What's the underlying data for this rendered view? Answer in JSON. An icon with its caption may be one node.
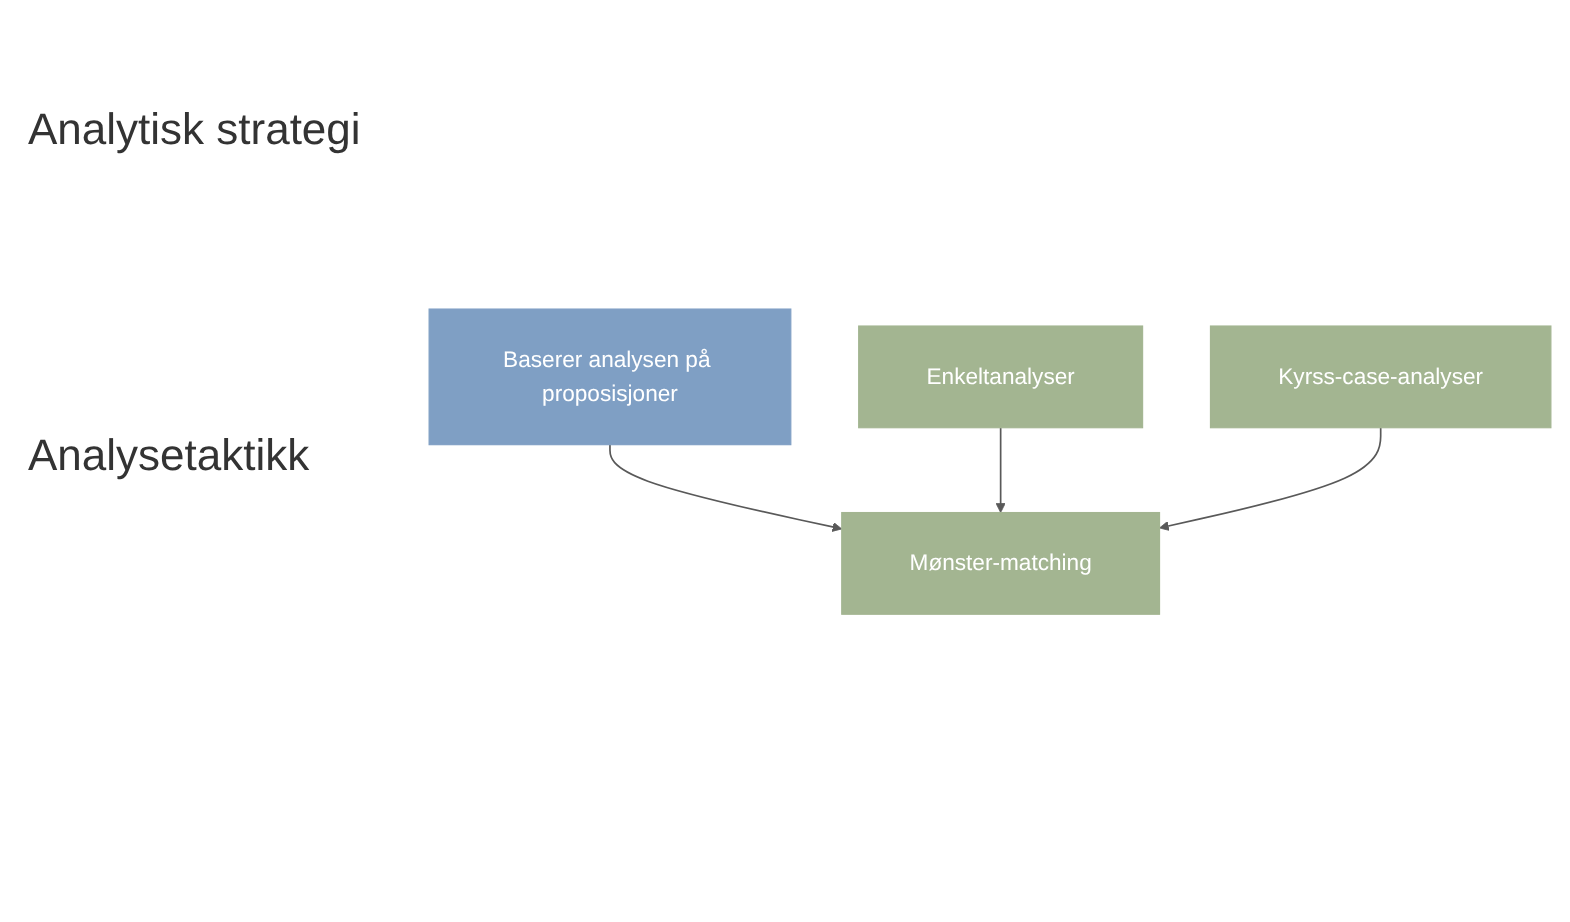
{
  "diagram": {
    "nodes": [
      {
        "text": [
          "Baserer analysen på proposisjoner"
        ]
      },
      {
        "text": [
          "Mønster-matching"
        ]
      },
      {
        "text": [
          "Enkeltanalyser"
        ]
      },
      {
        "text": [
          "Kyrss-case-analyser"
        ]
      }
    ],
    "edges": [
      {
        "from": 0,
        "to": 1,
        "arrow": "to"
      },
      {
        "from": 2,
        "to": 1,
        "arrow": "to"
      },
      {
        "from": 3,
        "to": 1,
        "arrow": "to"
      }
    ],
    "labels": [
      "Analytisk strategi",
      "Analysetaktikk"
    ]
  }
}
